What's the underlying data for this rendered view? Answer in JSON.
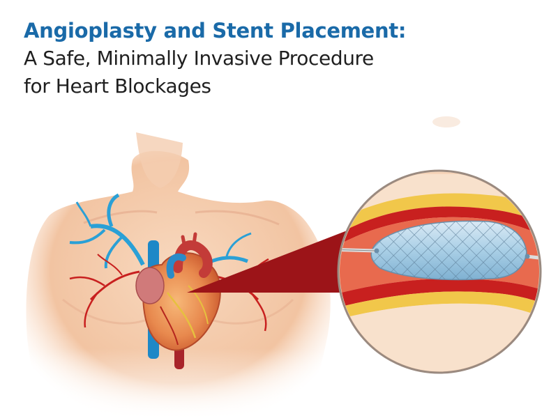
{
  "title": {
    "line1": "Angioplasty and Stent Placement:",
    "line2": "A Safe, Minimally Invasive Procedure",
    "line3": "for Heart Blockages"
  },
  "colors": {
    "title_accent": "#1a6aa8",
    "body_text": "#1f1f1f",
    "skin": "#f3c9a8",
    "artery_red": "#c8201f",
    "vein_blue": "#2aa0d6",
    "stent_blue": "#a9cfe6"
  }
}
